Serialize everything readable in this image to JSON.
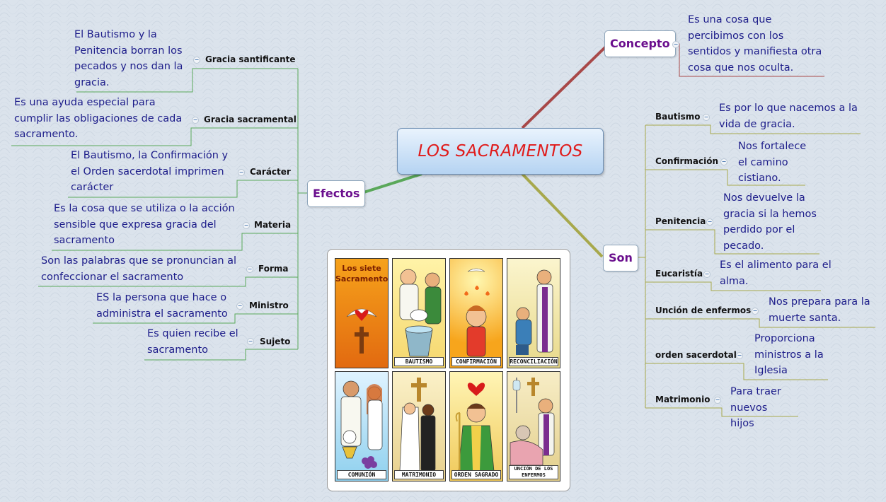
{
  "central": "LOS SACRAMENTOS",
  "concepto": {
    "label": "Concepto",
    "text": "Es una cosa que percibimos con los sentidos y manifiesta otra cosa que nos oculta."
  },
  "efectos": {
    "label": "Efectos",
    "items": [
      {
        "label": "Gracia santificante",
        "text": "El Bautismo y la Penitencia borran los pecados y nos dan la gracia."
      },
      {
        "label": "Gracia sacramental",
        "text": "Es una ayuda especial para cumplir las obligaciones de cada sacramento."
      },
      {
        "label": "Carácter",
        "text": "El Bautismo, la Confirmación y el Orden sacerdotal imprimen carácter"
      },
      {
        "label": "Materia",
        "text": "Es la cosa que se utiliza o la acción sensible que expresa gracia del sacramento"
      },
      {
        "label": "Forma",
        "text": "Son las palabras que se pronuncian al confeccionar el sacramento"
      },
      {
        "label": "Ministro",
        "text": "ES la persona que hace o administra el sacramento"
      },
      {
        "label": "Sujeto",
        "text": "Es quien recibe el sacramento"
      }
    ]
  },
  "son": {
    "label": "Son",
    "items": [
      {
        "label": "Bautismo",
        "text": "Es por lo que nacemos a la vida de gracia."
      },
      {
        "label": "Confirmación",
        "text": "Nos fortalece el camino cistiano."
      },
      {
        "label": "Penitencia",
        "text": "Nos devuelve la gracia si la hemos perdido por el pecado."
      },
      {
        "label": "Eucaristía",
        "text": "Es el alimento para el alma."
      },
      {
        "label": "Unción de enfermos",
        "text": "Nos prepara para la muerte santa."
      },
      {
        "label": "orden sacerdotal",
        "text": "Proporciona ministros a la Iglesia"
      },
      {
        "label": "Matrimonio",
        "text": "Para traer nuevos hijos"
      }
    ]
  },
  "image": {
    "title": "Los siete Sacramentos",
    "cards": [
      "BAUTISMO",
      "CONFIRMACIÓN",
      "RECONCILIACIÓN",
      "COMUNIÓN",
      "MATRIMONIO",
      "ORDEN SAGRADO",
      "UNCIÓN DE LOS ENFERMOS"
    ]
  },
  "collapse_symbol": "−",
  "colors": {
    "central_text": "#e01b1b",
    "main_topic_text": "#6a0e8d",
    "note_text": "#1d1d8a",
    "efectos_branch": "#5aa85a",
    "concepto_branch": "#a84848",
    "son_branch": "#a7a84c"
  }
}
